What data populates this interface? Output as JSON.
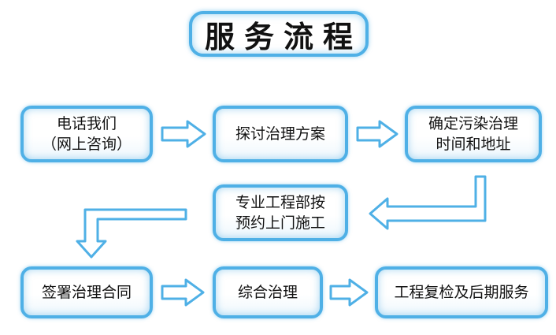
{
  "title": "服务流程",
  "steps": [
    {
      "line1": "电话我们",
      "line2": "（网上咨询）"
    },
    {
      "line1": "探讨治理方案",
      "line2": ""
    },
    {
      "line1": "确定污染治理",
      "line2": "时间和地址"
    },
    {
      "line1": "专业工程部按",
      "line2": "预约上门施工"
    },
    {
      "line1": "签署治理合同",
      "line2": ""
    },
    {
      "line1": "综合治理",
      "line2": ""
    },
    {
      "line1": "工程复检及后期服务",
      "line2": ""
    }
  ],
  "colors": {
    "border": "#4fb0e6",
    "arrow_fill": "#ffffff"
  }
}
